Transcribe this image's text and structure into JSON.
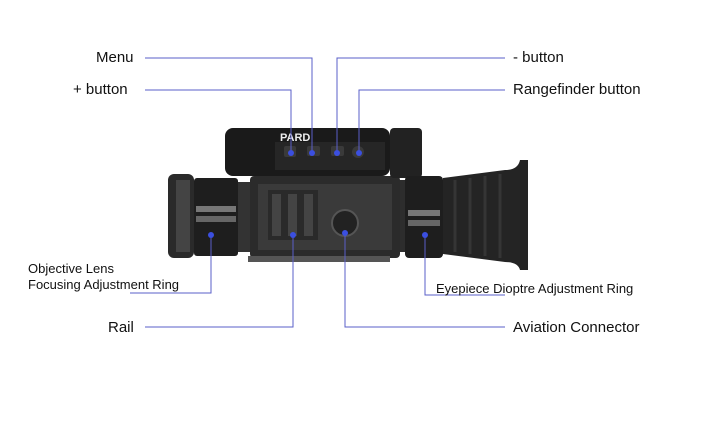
{
  "labels": {
    "menu": "Menu",
    "plus_button": "+ button",
    "minus_button": "- button",
    "rangefinder_button": "Rangefinder button",
    "objective_line1": "Objective Lens",
    "objective_line2": "Focusing Adjustment Ring",
    "rail": "Rail",
    "eyepiece": "Eyepiece Dioptre Adjustment Ring",
    "aviation_connector": "Aviation Connector"
  },
  "device": {
    "brand": "PARD"
  },
  "colors": {
    "leader_line": "#5a5fc8",
    "dot": "#3b4fe0"
  }
}
